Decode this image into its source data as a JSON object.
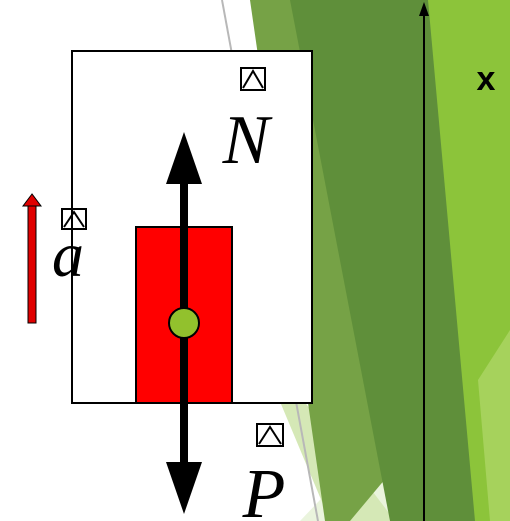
{
  "diagram": {
    "labels": {
      "normal_force": "N",
      "weight": "P",
      "acceleration": "a",
      "axis": "x"
    },
    "colors": {
      "block": "#ff0000",
      "center_of_mass": "#92c12d",
      "acceleration_arrow": "#e00000",
      "force_arrows": "#000000",
      "green_dark": "#5f8f3a",
      "green_mid": "#76a246",
      "green_bright": "#8cc43a",
      "green_light": "#d5e8b6",
      "green_pale": "#eaf4dd"
    },
    "icons": [
      "vector-arrow-icon"
    ]
  }
}
